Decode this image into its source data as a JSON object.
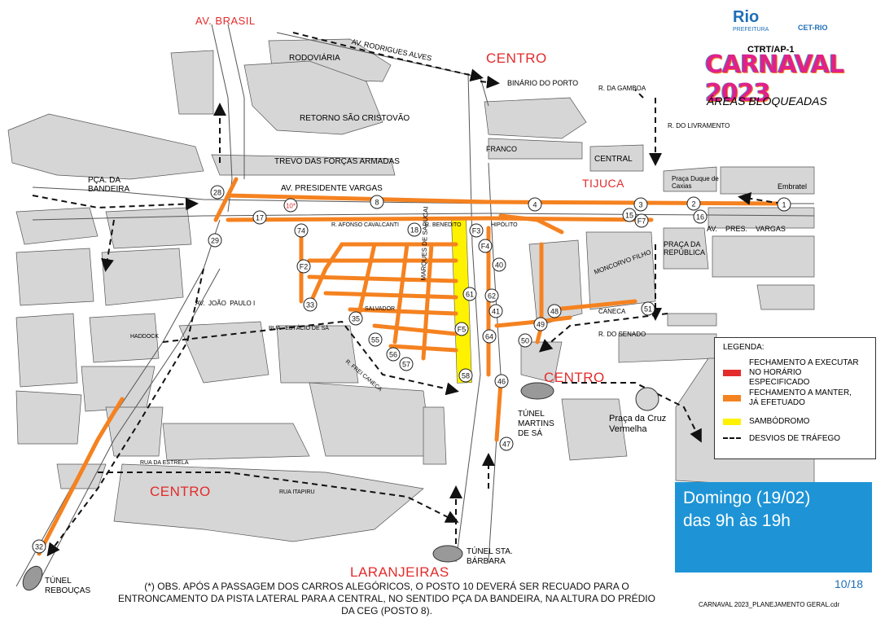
{
  "header": {
    "logo_text": "Rio",
    "logo_sub": "PREFEITURA",
    "agency": "CET-RIO",
    "ctrt": "CTRT/AP-1",
    "event_title": "CARNAVAL 2023",
    "subtitle": "ÁREAS BLOQUEADAS"
  },
  "area_labels": {
    "centro_top": "CENTRO",
    "centro_mid": "CENTRO",
    "centro_bottom": "CENTRO",
    "tijuca": "TIJUCA",
    "laranjeiras": "LARANJEIRAS",
    "av_brasil": "AV. BRASIL"
  },
  "street_labels": {
    "rodrigues_alves": "AV. RODRIGUES ALVES",
    "rodoviaria": "RODOVIÁRIA",
    "retorno": "RETORNO SÃO CRISTOVÃO",
    "trevo": "TREVO DAS FORÇAS ARMADAS",
    "binario": "BINÁRIO DO PORTO",
    "gamboa": "R. DA GAMBOA",
    "livramento": "R. DO LIVRAMENTO",
    "presidente_vargas": "AV. PRESIDENTE VARGAS",
    "pres_vargas_right": "AV.    PRES.    VARGAS",
    "pca_bandeira": "PÇA. DA BANDEIRA",
    "central": "CENTRAL",
    "franco": "FRANCO",
    "embratel": "Embratel",
    "duque": "Praça Duque de Caxias",
    "republica": "PRAÇA DA REPÚBLICA",
    "moncorvo": "MONCORVO FILHO",
    "caneca": "CANECA",
    "senado": "R. DO SENADO",
    "cruz_vermelha": "Praça da Cruz Vermelha",
    "tunel_martins": "TÚNEL MARTINS DE SÁ",
    "tunel_barbara": "TÚNEL STA. BÁRBARA",
    "tunel_reboucas": "TÚNEL REBOUÇAS",
    "itapiru": "RUA ITAPIRU",
    "estrela": "RUA DA ESTRELA",
    "joao_paulo": "AV.  JOÃO  PAULO I",
    "haddock": "HADDOCK",
    "estacio_sa": "RUA   ESTÁCIO DE SÁ",
    "frei_caneca": "R. FREI CANECA",
    "salvador": "SALVADOR",
    "afonso": "R. AFONSO CAVALCANTI",
    "benedito": "R. BENEDITO",
    "hipolito": "HIPÓLITO",
    "marques_sapucai": "MARQUES DE SAPUCAI",
    "sambodromo_street": "SAPUCAI"
  },
  "points": [
    {
      "id": "1"
    },
    {
      "id": "2"
    },
    {
      "id": "3"
    },
    {
      "id": "4"
    },
    {
      "id": "8"
    },
    {
      "id": "10*"
    },
    {
      "id": "15"
    },
    {
      "id": "16"
    },
    {
      "id": "17"
    },
    {
      "id": "18"
    },
    {
      "id": "28"
    },
    {
      "id": "29"
    },
    {
      "id": "32"
    },
    {
      "id": "33"
    },
    {
      "id": "35"
    },
    {
      "id": "40"
    },
    {
      "id": "41"
    },
    {
      "id": "46"
    },
    {
      "id": "47"
    },
    {
      "id": "48"
    },
    {
      "id": "49"
    },
    {
      "id": "50"
    },
    {
      "id": "51"
    },
    {
      "id": "55"
    },
    {
      "id": "56"
    },
    {
      "id": "57"
    },
    {
      "id": "58"
    },
    {
      "id": "61"
    },
    {
      "id": "62"
    },
    {
      "id": "64"
    },
    {
      "id": "74"
    },
    {
      "id": "F2"
    },
    {
      "id": "F3"
    },
    {
      "id": "F4"
    },
    {
      "id": "F5"
    },
    {
      "id": "F7"
    }
  ],
  "legend": {
    "title": "LEGENDA:",
    "items": [
      {
        "label": "FECHAMENTO A EXECUTAR NO HORÁRIO ESPECIFICADO",
        "color": "#e32b2b"
      },
      {
        "label": "FECHAMENTO A MANTER, JÁ EFETUADO",
        "color": "#f58220"
      },
      {
        "label": "SAMBÓDROMO",
        "color": "#fff200"
      },
      {
        "label": "DESVIOS DE TRÁFEGO",
        "color": "#111111"
      }
    ]
  },
  "schedule": {
    "line1": "Domingo (19/02)",
    "line2": "das 9h às 19h",
    "page": "10/18",
    "file": "CARNAVAL 2023_PLANEJAMENTO GERAL.cdr"
  },
  "note": "(*) OBS. APÓS A PASSAGEM DOS CARROS ALEGÓRICOS, O POSTO 10 DEVERÁ SER RECUADO PARA O ENTRONCAMENTO DA PISTA LATERAL PARA A CENTRAL, NO SENTIDO PÇA DA BANDEIRA, NA ALTURA DO PRÉDIO DA CEG (POSTO 8).",
  "colors": {
    "block_fill": "#d6d6d6",
    "road": "#ffffff",
    "closure_kept": "#f58220",
    "closure_new": "#e32b2b",
    "sambodromo": "#fff200",
    "detour": "#111111",
    "schedule_box": "#1e94d6",
    "area_label": "#e32b2b"
  }
}
